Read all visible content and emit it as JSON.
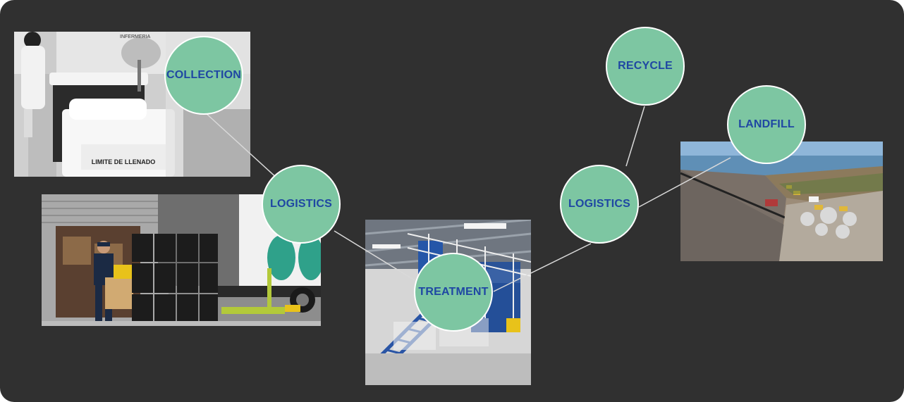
{
  "colors": {
    "background": "#303030",
    "node_fill": "#7dc6a2",
    "node_border": "#ffffff",
    "node_text": "#1f47a3",
    "connector": "#d9d9d9"
  },
  "nodes": {
    "collection": "COLLECTION",
    "logistics_left": "LOGISTICS",
    "treatment": "TREATMENT",
    "logistics_right": "LOGISTICS",
    "recycle": "RECYCLE",
    "landfill": "LANDFILL"
  },
  "photos": {
    "collection_container_label": "LIMITE DE LLENADO",
    "collection_sign_text": "INFERMERIA"
  }
}
